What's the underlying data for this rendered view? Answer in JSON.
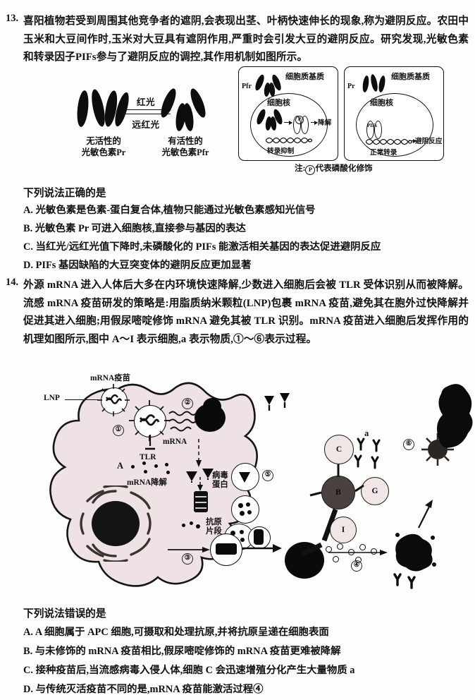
{
  "questions": [
    {
      "number": "13.",
      "stem": "喜阳植物若受到周围其他竞争者的遮阴,会表现出茎、叶柄快速伸长的现象,称为避阴反应。农田中玉米和大豆间作时,玉米对大豆具有遮阴作用,严重时会引发大豆的避阴反应。研究发现,光敏色素和转录因子PIFs参与了避阴反应的调控,其作用机制如图所示。",
      "prompt": "下列说法正确的是",
      "options": [
        "A. 光敏色素是色素-蛋白复合体,植物只能通过光敏色素感知光信号",
        "B. 光敏色素 Pr 可进入细胞核,直接参与基因的表达",
        "C. 当红光/远红光值下降时,未磷酸化的 PIFs 能激活相关基因的表达促进避阴反应",
        "D. PIFs 基因缺陷的大豆突变体的避阴反应更加显著"
      ]
    },
    {
      "number": "14.",
      "stem": "外源 mRNA 进入人体后大多在内环境快速降解,少数进入细胞后会被 TLR 受体识别从而被降解。流感 mRNA 疫苗研发的策略是:用脂质纳米颗粒(LNP)包裹 mRNA 疫苗,避免其在胞外过快降解并促进其进入细胞;用假尿嘧啶修饰 mRNA 避免其被 TLR 识别。mRNA 疫苗进入细胞后发挥作用的机理如图所示,图中 A～I 表示细胞,a 表示物质,①～⑥表示过程。",
      "prompt": "下列说法错误的是",
      "options": [
        "A. A 细胞属于 APC 细胞,可摄取和处理抗原,并将抗原呈递在细胞表面",
        "B. 与未修饰的 mRNA 疫苗相比,假尿嘧啶修饰的 mRNA 疫苗更难被降解",
        "C. 接种疫苗后,当流感病毒入侵人体,细胞 C 会迅速增殖分化产生大量物质 a",
        "D. 与传统灭活疫苗不同的是,mRNA 疫苗能激活过程④"
      ]
    }
  ],
  "figure1": {
    "left_caption_line1": "无活性的",
    "left_caption_line2": "光敏色素Pr",
    "right_caption_line1": "有活性的",
    "right_caption_line2": "光敏色素Pfr",
    "arrow_top_label": "红光",
    "arrow_bottom_label": "远红光",
    "box_left": {
      "pfr_label": "Pfr",
      "cytoplasm_label": "细胞质基质",
      "nucleus_label": "细胞核",
      "phospho_mark": "P",
      "degrade_label": "降解",
      "transcription_label": "转录抑制"
    },
    "box_right": {
      "pr_label": "Pr",
      "cytoplasm_label": "细胞质基质",
      "nucleus_label": "细胞核",
      "pifs_label": "PIFs",
      "transcription_label": "正常转录",
      "response_label": "避阴反应"
    },
    "note_prefix": "注:",
    "note_symbol": "P",
    "note_text": "代表磷酸化修饰"
  },
  "figure2": {
    "lnp_label": "LNP",
    "vaccine_label": "mRNA疫苗",
    "mrna_label": "mRNA",
    "tlr_label": "TLR",
    "mrna_degrade_label": "mRNA降解",
    "viral_protein_label_l1": "病毒",
    "viral_protein_label_l2": "蛋白",
    "antigen_fragment_l1": "抗原",
    "antigen_fragment_l2": "片段",
    "substance_a_label": "a",
    "cell_labels": {
      "A": "A",
      "B": "B",
      "C": "C",
      "G": "G",
      "I": "I"
    },
    "process_numbers": {
      "p1": "①",
      "p2": "②",
      "p3": "③",
      "p4": "④",
      "p5": "⑤",
      "p6": "⑥"
    }
  },
  "colors": {
    "ink": "#111111",
    "cell_fill": "#efe3e3",
    "paper": "#fdfdfc"
  }
}
